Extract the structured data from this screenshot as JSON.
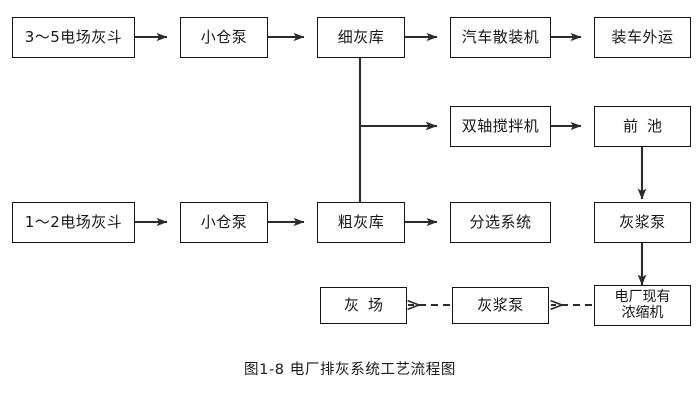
{
  "figure": {
    "caption": "图1-8    电厂排灰系统工艺流程图",
    "line_color": "#2b2b2b",
    "box_border_color": "#141414",
    "background": "#ffffff"
  },
  "nodes": {
    "esp_hopper_3_5": {
      "label": "3～5电场灰斗"
    },
    "small_pump_top": {
      "label": "小仓泵"
    },
    "fine_ash_silo": {
      "label": "细灰库"
    },
    "truck_bulk_loader": {
      "label": "汽车散装机"
    },
    "truck_transport_out": {
      "label": "装车外运"
    },
    "twin_shaft_mixer": {
      "label": "双轴搅拌机"
    },
    "front_pool": {
      "label": "前池"
    },
    "esp_hopper_1_2": {
      "label": "1～2电场灰斗"
    },
    "small_pump_bottom": {
      "label": "小仓泵"
    },
    "coarse_ash_silo": {
      "label": "粗灰库"
    },
    "sorting_system": {
      "label": "分选系统"
    },
    "slurry_pump_right": {
      "label": "灰浆泵"
    },
    "existing_thickener": {
      "label1": "电厂现有",
      "label2": "浓缩机"
    },
    "slurry_pump_bottom": {
      "label": "灰浆泵"
    },
    "ash_yard": {
      "label": "灰场"
    }
  },
  "edges": [
    {
      "name": "hopper35-to-pump-top",
      "style": "solid"
    },
    {
      "name": "pump-top-to-fine-silo",
      "style": "solid"
    },
    {
      "name": "fine-silo-to-bulk-loader",
      "style": "solid"
    },
    {
      "name": "bulk-loader-to-transport",
      "style": "solid"
    },
    {
      "name": "fine-silo-down-to-coarse-silo",
      "style": "solid"
    },
    {
      "name": "branch-to-twin-shaft-mixer",
      "style": "solid"
    },
    {
      "name": "mixer-to-front-pool",
      "style": "solid"
    },
    {
      "name": "front-pool-to-slurry-pump",
      "style": "solid"
    },
    {
      "name": "hopper12-to-pump-bottom",
      "style": "solid"
    },
    {
      "name": "pump-bottom-to-coarse-silo",
      "style": "solid"
    },
    {
      "name": "coarse-silo-to-sorting",
      "style": "solid"
    },
    {
      "name": "slurry-pump-to-thickener",
      "style": "solid"
    },
    {
      "name": "thickener-to-slurry-pump-bottom",
      "style": "dashed"
    },
    {
      "name": "slurry-pump-bottom-to-ash-yard",
      "style": "dashed"
    }
  ]
}
